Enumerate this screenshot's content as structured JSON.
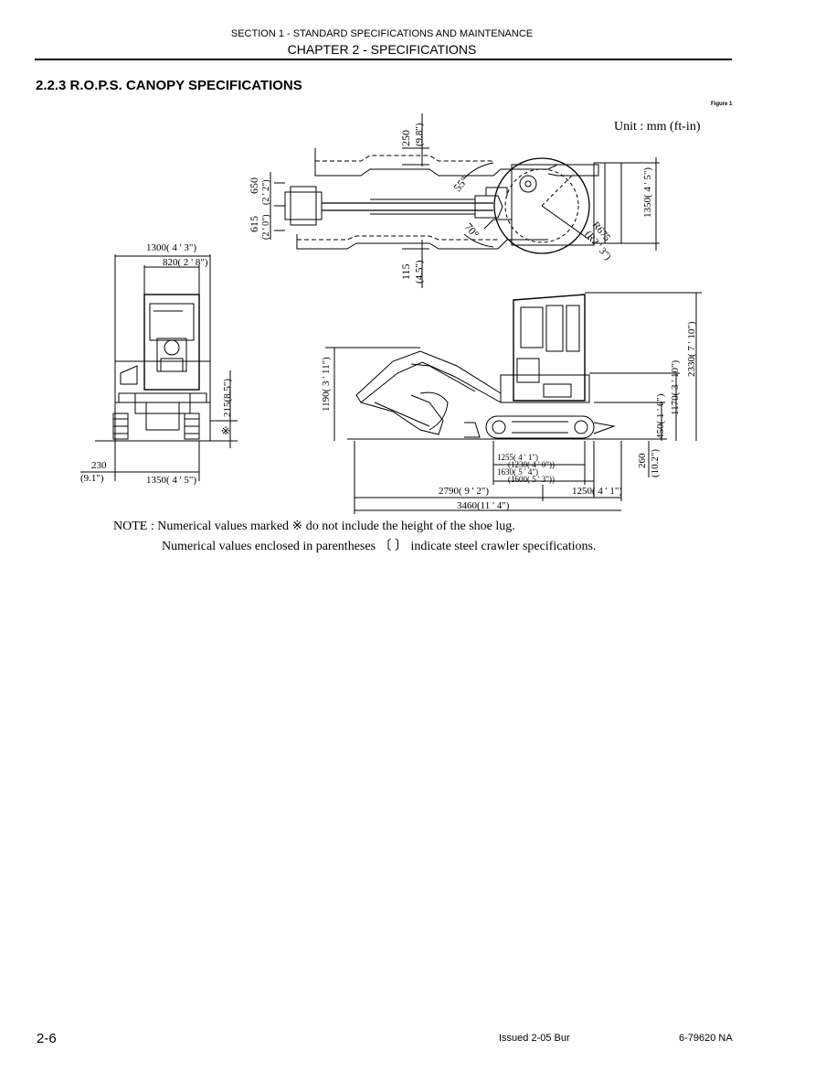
{
  "header": {
    "section": "SECTION 1 - STANDARD SPECIFICATIONS AND MAINTENANCE",
    "chapter": "CHAPTER 2 - SPECIFICATIONS"
  },
  "title": "2.2.3 R.O.P.S. CANOPY SPECIFICATIONS",
  "figure_label": "Figure 1",
  "unit_label": "Unit : mm (ft-in)",
  "dimensions": {
    "top_250": "250",
    "top_98": "(9.8\")",
    "d650": "650",
    "d22": "(2 ' 2\")",
    "d615": "615",
    "d20": "(2 ' 0\")",
    "d115": "115",
    "d45": "(4.5\")",
    "a55": "55°",
    "a70": "70°",
    "r675": "R675",
    "r23": "(R2 ' 3\")",
    "d1350_r": "1350( 4 ' 5\")",
    "w1300": "1300( 4 ' 3\")",
    "w820": "820( 2 ' 8\")",
    "h215": "215(8.5\")",
    "star": "※",
    "d230": "230",
    "d91": "(9.1\")",
    "w1350": "1350( 4 ' 5\")",
    "h1190": "1190( 3 ' 11\")",
    "h450": "450( 1 ' 6\")",
    "h1170": "1170( 3 ' 10\")",
    "h2330": "2330( 7 ' 10\")",
    "h260": "260",
    "h102": "(10.2\")",
    "l1255": "1255( 4 ' 1\")",
    "l1230": "(1230( 4 ' 0\"))",
    "l1630": "1630( 5 ' 4\")",
    "l1600": "(1600( 5 ' 3\"))",
    "l2790": "2790( 9 ' 2\")",
    "l1250": "1250( 4 ' 1\")",
    "l3460": "3460(11 ' 4\")"
  },
  "note": {
    "line1": "NOTE : Numerical values marked ※ do not include the height of the shoe lug.",
    "line2": "Numerical values enclosed in parentheses 〔 〕 indicate steel crawler specifications."
  },
  "footer": {
    "page": "2-6",
    "issued": "Issued 2-05   Bur",
    "doc_no": "6-79620 NA"
  }
}
